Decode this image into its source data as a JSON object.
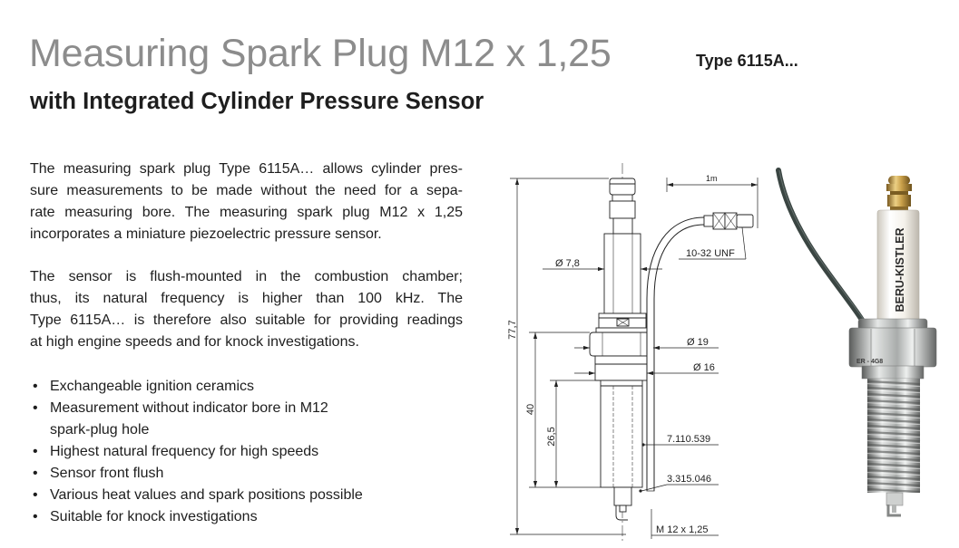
{
  "header": {
    "title": "Measuring Spark Plug M12 x 1,25",
    "type_label": "Type 6115A...",
    "subtitle": "with Integrated Cylinder Pressure Sensor"
  },
  "intro": {
    "lines": [
      "The measuring spark plug Type 6115A… allows cylinder pres-",
      "sure measurements to be made without the need for a sepa-",
      "rate measuring bore. The measuring spark plug M12 x 1,25",
      "incorporates a miniature piezoelectric pressure sensor."
    ]
  },
  "sensor": {
    "lines": [
      "The sensor is flush-mounted in the combustion chamber;",
      "thus, its natural frequency is higher than 100 kHz. The",
      "Type 6115A… is therefore also suitable for providing readings",
      "at high engine speeds and for knock investigations."
    ]
  },
  "features": {
    "bullet": "•",
    "items": [
      {
        "lines": [
          "Exchangeable ignition ceramics"
        ]
      },
      {
        "lines": [
          "Measurement without indicator bore in M12",
          "spark-plug hole"
        ]
      },
      {
        "lines": [
          "Highest natural frequency for high speeds"
        ]
      },
      {
        "lines": [
          "Sensor front flush"
        ]
      },
      {
        "lines": [
          "Various heat values and spark positions possible"
        ]
      },
      {
        "lines": [
          "Suitable for knock investigations"
        ]
      }
    ]
  },
  "drawing": {
    "cable_length": "1m",
    "connector_thread": "10-32 UNF",
    "insulator_diameter": "Ø 7,8",
    "overall_length": "77,7",
    "hex_diameter": "Ø 19",
    "seat_diameter": "Ø 16",
    "length_hex_to_tip": "40",
    "length_thread": "26,5",
    "part_number_1": "7.110.539",
    "part_number_2": "3.315.046",
    "thread_size": "M 12 x 1,25"
  },
  "photo": {
    "insulator_marking": "BERU-KISTLER",
    "hex_marking": "ER - 4G8"
  },
  "colors": {
    "title": "#8c8c8c",
    "text": "#1e1e1e",
    "cable": "#3a4542",
    "brass": "#c9a04a",
    "ceramic": "#f4f1ea"
  }
}
